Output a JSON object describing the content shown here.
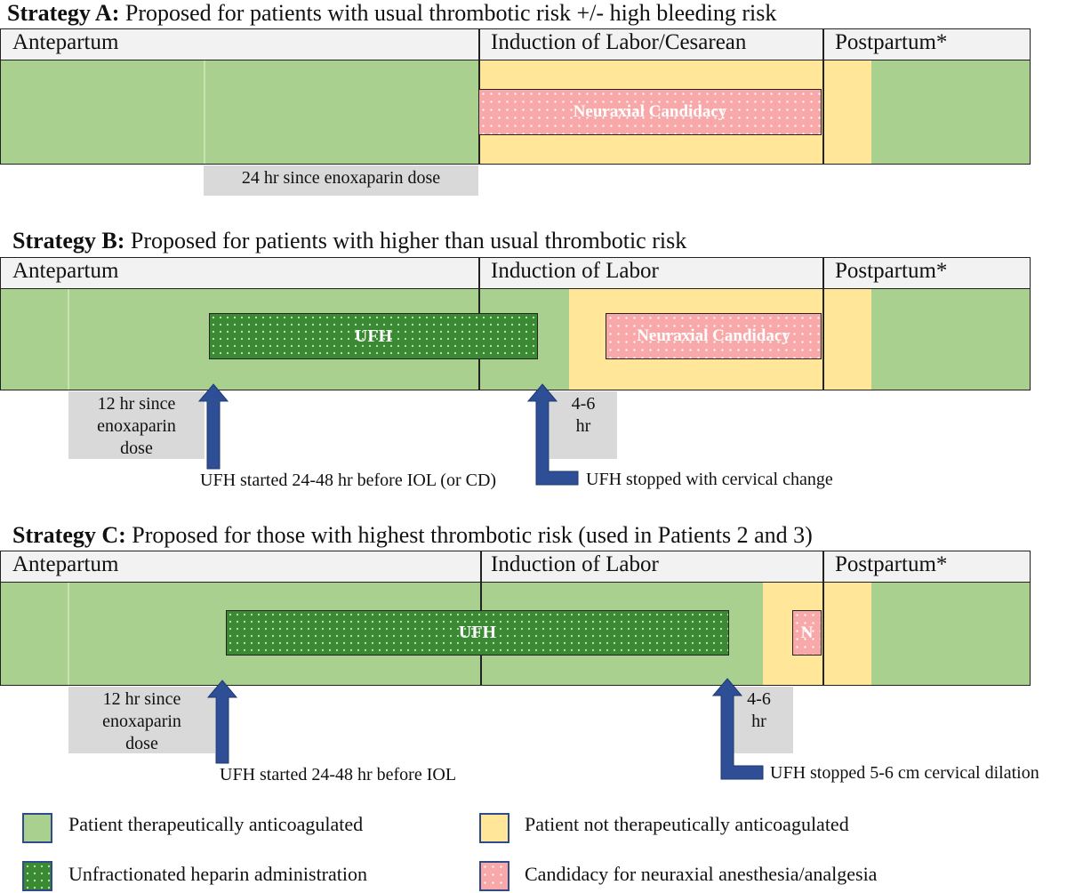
{
  "strategies": [
    {
      "label": "Strategy A:",
      "description": " Proposed for patients with usual thrombotic risk +/- high bleeding risk",
      "phases": [
        "Antepartum",
        "Induction of Labor/Cesarean",
        "Postpartum*"
      ],
      "neuraxial_label": "Neuraxial Candidacy",
      "gray_note": "24 hr since enoxaparin dose"
    },
    {
      "label": "Strategy B:",
      "description": " Proposed for patients with higher than usual thrombotic risk",
      "phases": [
        "Antepartum",
        "Induction of Labor",
        "Postpartum*"
      ],
      "ufh_label": "UFH",
      "neuraxial_label": "Neuraxial Candidacy",
      "gray_note_lines": [
        "12 hr since",
        "enoxaparin",
        "dose"
      ],
      "interval_lines": [
        "4-6",
        "hr"
      ],
      "start_note": "UFH started 24-48 hr before IOL (or CD)",
      "stop_note": "UFH stopped with cervical change"
    },
    {
      "label": "Strategy C:",
      "description": " Proposed for those with highest thrombotic risk (used in Patients 2 and 3)",
      "phases": [
        "Antepartum",
        "Induction of Labor",
        "Postpartum*"
      ],
      "ufh_label": "UFH",
      "neuraxial_label": "N",
      "gray_note_lines": [
        "12 hr since",
        "enoxaparin",
        "dose"
      ],
      "interval_lines": [
        "4-6",
        "hr"
      ],
      "start_note": "UFH started 24-48 hr before IOL",
      "stop_note": "UFH stopped 5-6 cm cervical dilation"
    }
  ],
  "legend": [
    {
      "label": "Patient therapeutically anticoagulated",
      "color": "#a9d08e"
    },
    {
      "label": "Patient not therapeutically anticoagulated",
      "color": "#ffe699"
    },
    {
      "label": "Unfractionated heparin administration",
      "color": "#3a8a33"
    },
    {
      "label": "Candidacy for neuraxial anesthesia/analgesia",
      "color": "#f8a8a8"
    }
  ],
  "colors": {
    "anticoagulated": "#a9d08e",
    "not_anticoagulated": "#ffe699",
    "ufh": "#3a8a33",
    "neuraxial": "#f8a8a8",
    "note_gray": "#d9d9d9",
    "arrow": "#2e4f95"
  }
}
